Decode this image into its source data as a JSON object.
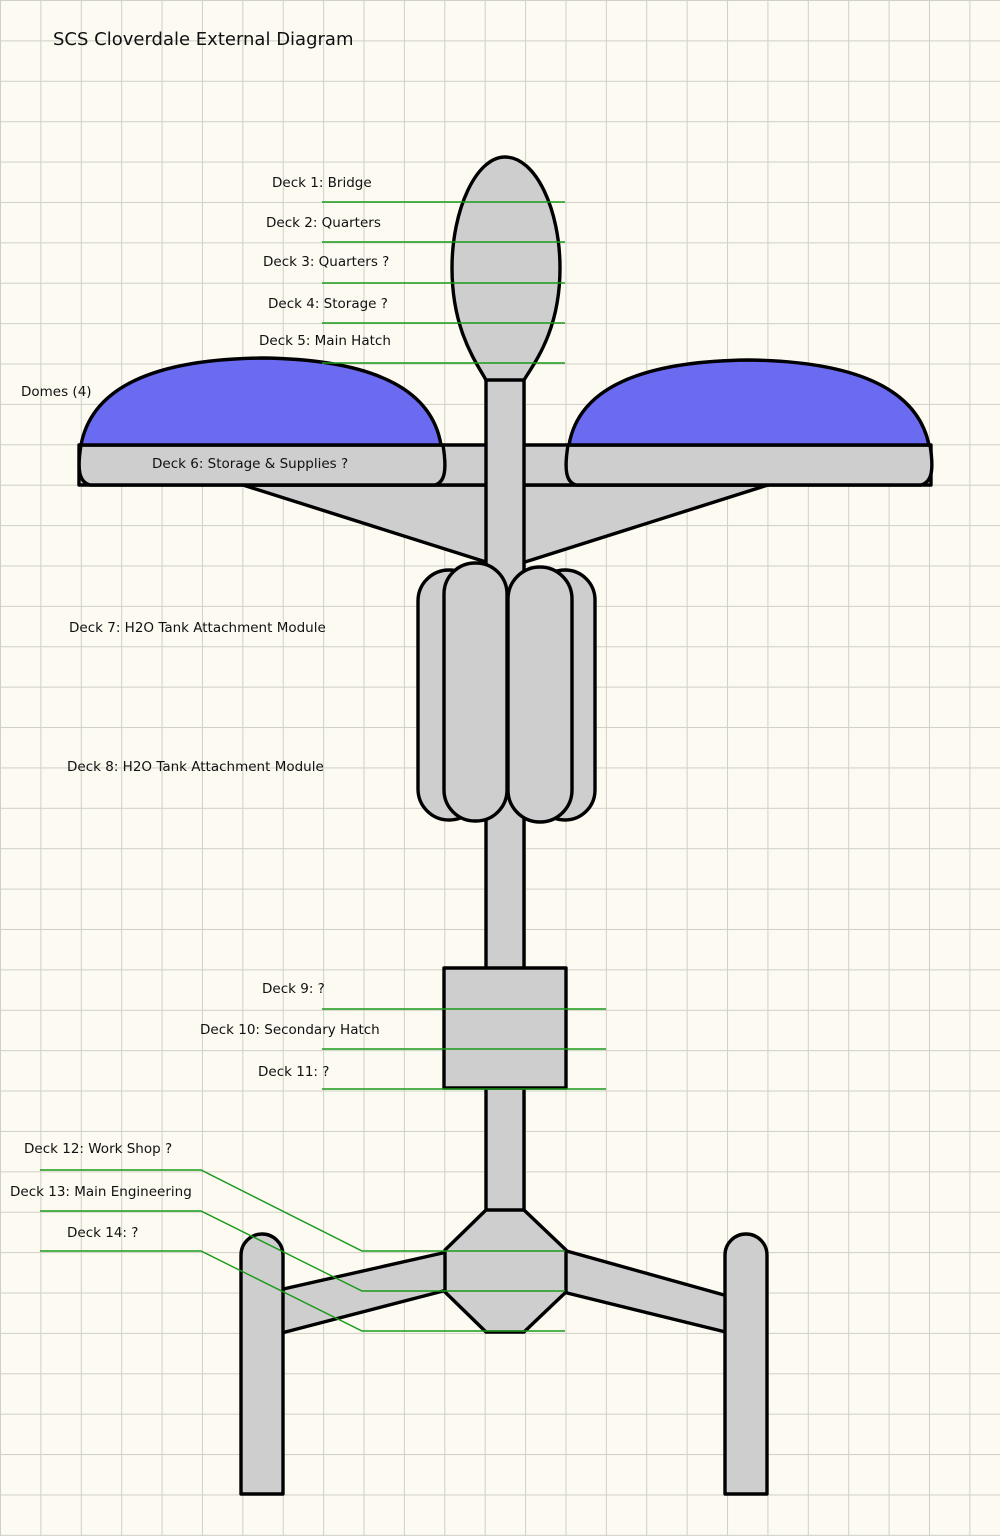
{
  "title": "SCS Cloverdale External Diagram",
  "labels": {
    "deck1": "Deck 1: Bridge",
    "deck2": "Deck 2: Quarters",
    "deck3": "Deck 3: Quarters ?",
    "deck4": "Deck 4: Storage ?",
    "deck5": "Deck 5: Main Hatch",
    "domes": "Domes (4)",
    "deck6": "Deck 6: Storage & Supplies ?",
    "deck7": "Deck 7: H2O Tank Attachment Module",
    "deck8": "Deck 8: H2O Tank Attachment Module",
    "deck9": "Deck 9: ?",
    "deck10": "Deck 10: Secondary Hatch",
    "deck11": "Deck 11: ?",
    "deck12": "Deck 12: Work Shop ?",
    "deck13": "Deck 13: Main Engineering",
    "deck14": "Deck 14: ?"
  },
  "colors": {
    "hull": "#cecece",
    "dome": "#6b6bf2",
    "leader": "#1a9a1a",
    "grid": "#cfd0c6",
    "paper": "#fcfaf1"
  }
}
